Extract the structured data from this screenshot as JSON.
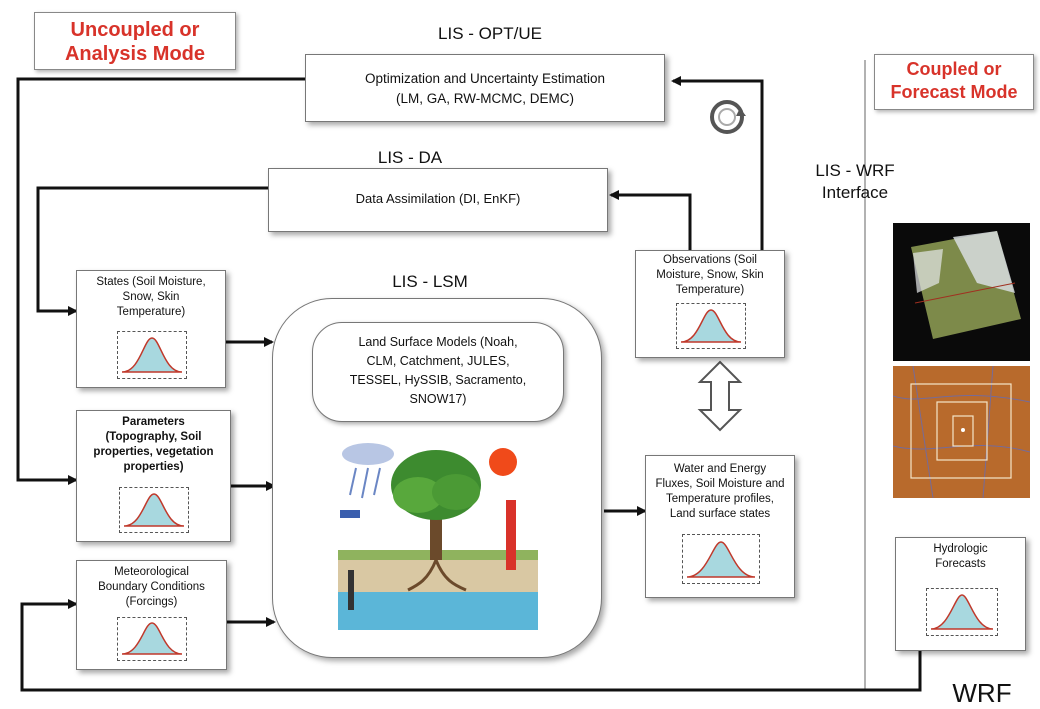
{
  "modes": {
    "uncoupled": "Uncoupled or\nAnalysis Mode",
    "coupled": "Coupled or\nForecast Mode"
  },
  "headings": {
    "opt": "LIS - OPT/UE",
    "da": "LIS - DA",
    "lsm": "LIS - LSM",
    "wrf_interface": "LIS - WRF\nInterface",
    "wrf": "WRF"
  },
  "boxes": {
    "opt": "Optimization and Uncertainty Estimation\n(LM, GA, RW-MCMC, DEMC)",
    "da": "Data Assimilation  (DI, EnKF)",
    "states": "States (Soil Moisture,\nSnow, Skin\nTemperature)",
    "parameters": "Parameters\n(Topography, Soil\nproperties, vegetation\nproperties)",
    "met": "Meteorological\nBoundary Conditions\n(Forcings)",
    "lsm_models": "Land Surface Models (Noah,\nCLM, Catchment, JULES,\nTESSEL, HySSIB, Sacramento,\nSNOW17)",
    "observations": "Observations (Soil\nMoisture, Snow, Skin\nTemperature)",
    "fluxes": "Water and Energy\nFluxes, Soil Moisture and\nTemperature profiles,\nLand surface states",
    "hydro": "Hydrologic\nForecasts"
  },
  "colors": {
    "mode_red": "#d8332a",
    "box_blue_text": "#2b2f8f",
    "curve_red": "#c0392b",
    "curve_fill": "#a8d8df"
  }
}
